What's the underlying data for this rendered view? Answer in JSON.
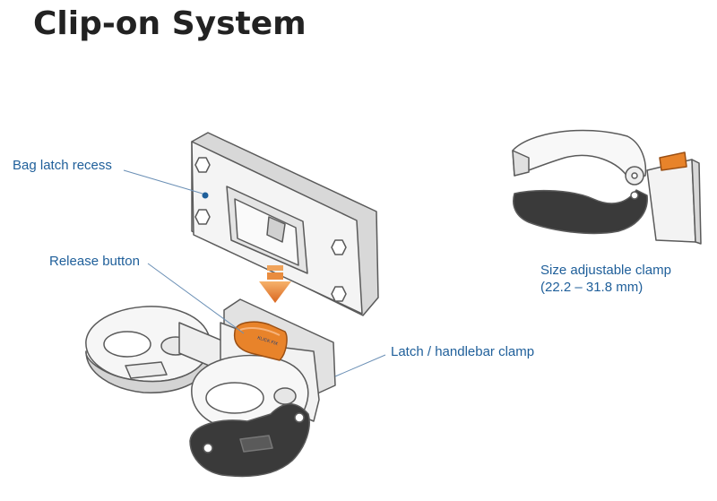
{
  "title": "Clip-on System",
  "labels": {
    "bag_latch_recess": "Bag latch recess",
    "release_button": "Release button",
    "latch_clamp": "Latch / handlebar clamp",
    "size_clamp_line1": "Size adjustable clamp",
    "size_clamp_line2": "(22.2 – 31.8 mm)"
  },
  "button_text": "KLICK\nFIX",
  "colors": {
    "label_blue": "#1f5f9a",
    "accent_orange": "#e8832a",
    "dark_clamp": "#3a3a3a",
    "outline": "#5a5a5a"
  }
}
